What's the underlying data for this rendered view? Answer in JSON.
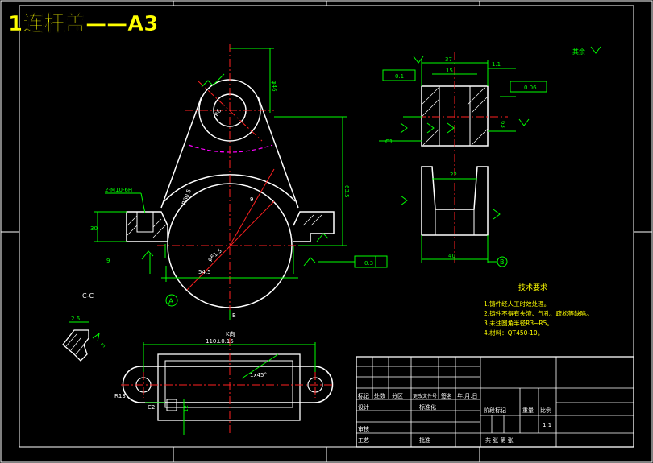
{
  "title": "1连杆盖——A3",
  "section_label": "C-C",
  "datum_a": "A",
  "datum_b": "B",
  "finish_symbol_text": "其余",
  "dims": {
    "side_30": "30",
    "side_9": "9",
    "top_r6": "R6",
    "top_d": "φ46",
    "r60": "R60.5",
    "height_total": "63.5",
    "bore": "φ61.5",
    "bore_left": "54.5",
    "hole_callout": "2-M10-6H",
    "d_12": "12",
    "d_9": "9",
    "bottom_len": "110±0.15",
    "bottom_k": "K向",
    "bottom_r": "R13",
    "bottom_1": "1x45°",
    "r_width_37": "37",
    "r_width_15": "15",
    "r_1_1": "1.1",
    "r_63": "63",
    "r_0_06": "0.06",
    "r_0_3": "0.3",
    "r_0_1": "0.1",
    "r_22": "22",
    "r_bottom": "40",
    "c1": "C1",
    "c2": "C2",
    "cc_26": "2.6",
    "cc_3": "3"
  },
  "notes": {
    "heading": "技术要求",
    "items": [
      "1.铸件经人工时效处理。",
      "2.铸件不得有夹渣、气孔、疏松等缺陷。",
      "3.未注圆角半径R3~R5。",
      "4.材料：QT450-10。"
    ]
  },
  "title_block": {
    "row1": [
      "标记",
      "处数",
      "分区",
      "更改文件号",
      "签名",
      "年.月.日"
    ],
    "design": "设计",
    "standard": "标准化",
    "stage": "阶段标记",
    "weight": "重量",
    "scale_label": "比例",
    "scale_value": "1:1",
    "review": "审核",
    "process": "工艺",
    "approve": "批准",
    "sheets": "共  张  第  张"
  }
}
